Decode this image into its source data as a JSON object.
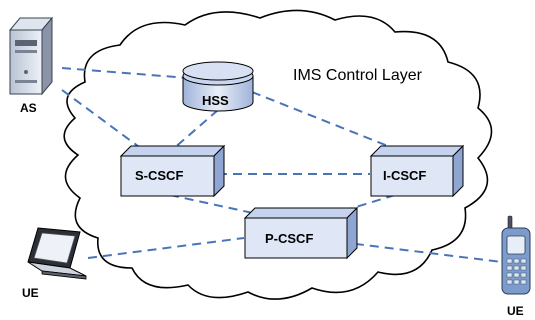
{
  "diagram": {
    "layer_title": "IMS Control Layer",
    "nodes": {
      "as": "AS",
      "hss": "HSS",
      "s_cscf": "S-CSCF",
      "i_cscf": "I-CSCF",
      "p_cscf": "P-CSCF",
      "ue_laptop": "UE",
      "ue_phone": "UE"
    },
    "links": [
      [
        "as",
        "hss"
      ],
      [
        "as",
        "s_cscf"
      ],
      [
        "hss",
        "s_cscf"
      ],
      [
        "hss",
        "i_cscf"
      ],
      [
        "s_cscf",
        "i_cscf"
      ],
      [
        "s_cscf",
        "p_cscf"
      ],
      [
        "i_cscf",
        "p_cscf"
      ],
      [
        "ue_laptop",
        "p_cscf"
      ],
      [
        "p_cscf",
        "ue_phone"
      ]
    ],
    "colors": {
      "link": "#4a74b8",
      "box_front": "#dfe7f6",
      "box_side": "#8fa6d3",
      "box_top": "#c5d3ee",
      "cloud_stroke": "#000000"
    },
    "icons": {
      "as": "server-icon",
      "ue_laptop": "laptop-icon",
      "ue_phone": "mobile-phone-icon",
      "hss": "database-icon"
    }
  }
}
